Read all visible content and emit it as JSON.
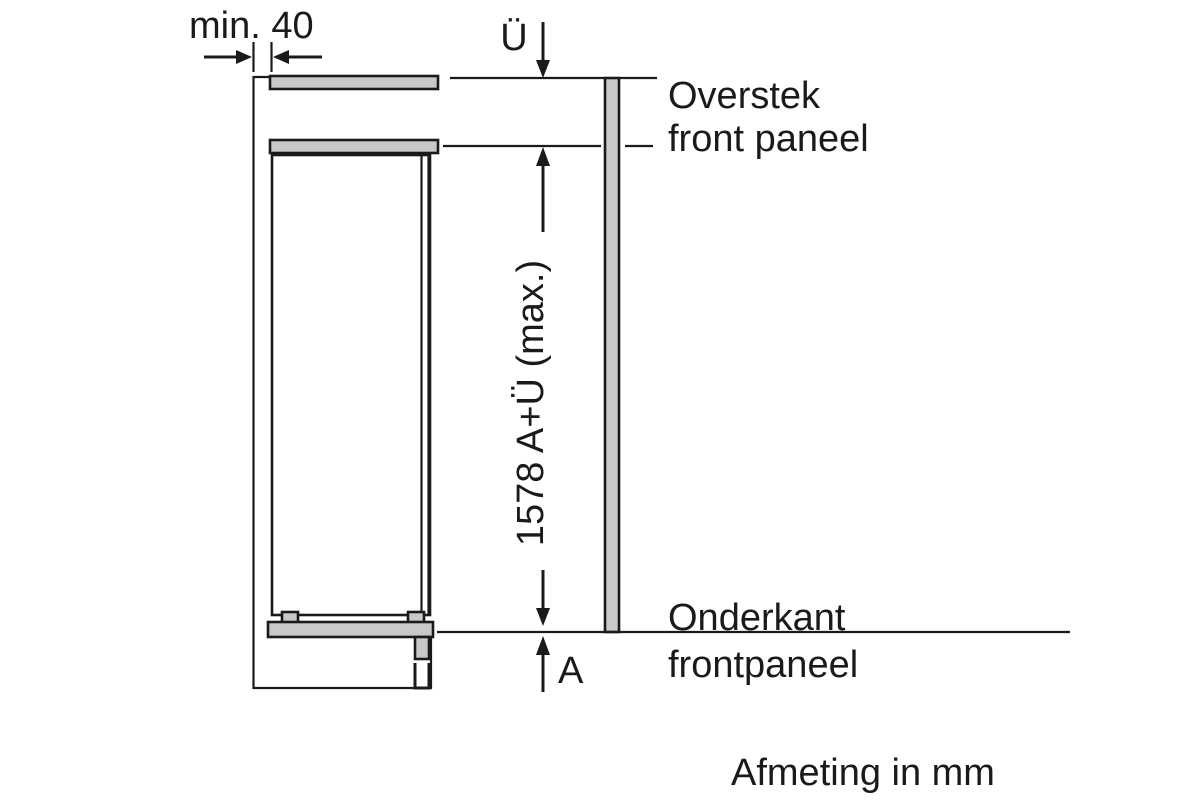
{
  "document": {
    "type": "technical-installation-drawing",
    "subject": "built-in refrigerator niche dimensions",
    "language": "nl",
    "units": "mm"
  },
  "labels": {
    "min_depth": "min. 40",
    "overhang_symbol": "Ü",
    "overhang_line1": "Overstek",
    "overhang_line2": "front paneel",
    "height_dimension": "1578 A+Ü (max.)",
    "gap_symbol": "A",
    "bottom_line1": "Onderkant",
    "bottom_line2": "frontpaneel",
    "caption": "Afmeting in mm"
  },
  "dimensions": {
    "min_depth_value": 40,
    "total_height_value": 1578,
    "total_height_expression": "1578 A+Ü (max.)",
    "overhang_code": "Ü",
    "bottom_gap_code": "A"
  },
  "colors": {
    "stroke": "#1a1a1a",
    "panel_fill": "#c9c9c9",
    "background": "#ffffff"
  },
  "icons": {
    "arrow_down": "arrow-down-icon",
    "arrow_up": "arrow-up-icon",
    "arrow_left": "arrow-left-icon",
    "arrow_right": "arrow-right-icon"
  }
}
